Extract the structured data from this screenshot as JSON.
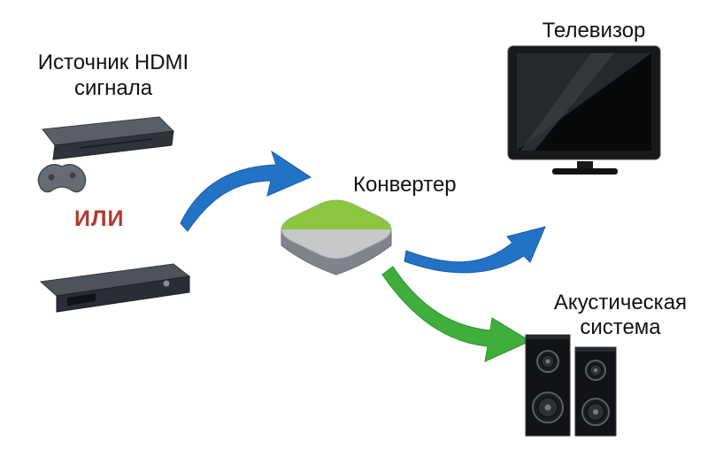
{
  "labels": {
    "source_line1": "Источник HDMI",
    "source_line2": "сигнала",
    "or": "ИЛИ",
    "converter": "Конвертер",
    "tv": "Телевизор",
    "speakers_line1": "Акустическая",
    "speakers_line2": "система"
  },
  "colors": {
    "arrow_blue": "#2273c6",
    "arrow_blue_edge": "#1a5ba3",
    "arrow_green": "#3fae3c",
    "arrow_green_edge": "#2e8f30",
    "or_text": "#b03a2e",
    "converter_top_green": "#8cc63e",
    "converter_top_gray": "#c6c8ca",
    "converter_side_gray": "#808389",
    "device_dark": "#2a2e34",
    "tv_frame": "#17191b"
  },
  "icons": {
    "source_device": "game-console-icon",
    "source_controller": "gamepad-icon",
    "source_player": "dvd-player-icon",
    "converter_device": "converter-icon",
    "tv_device": "tv-icon",
    "speakers_device": "speakers-icon"
  }
}
